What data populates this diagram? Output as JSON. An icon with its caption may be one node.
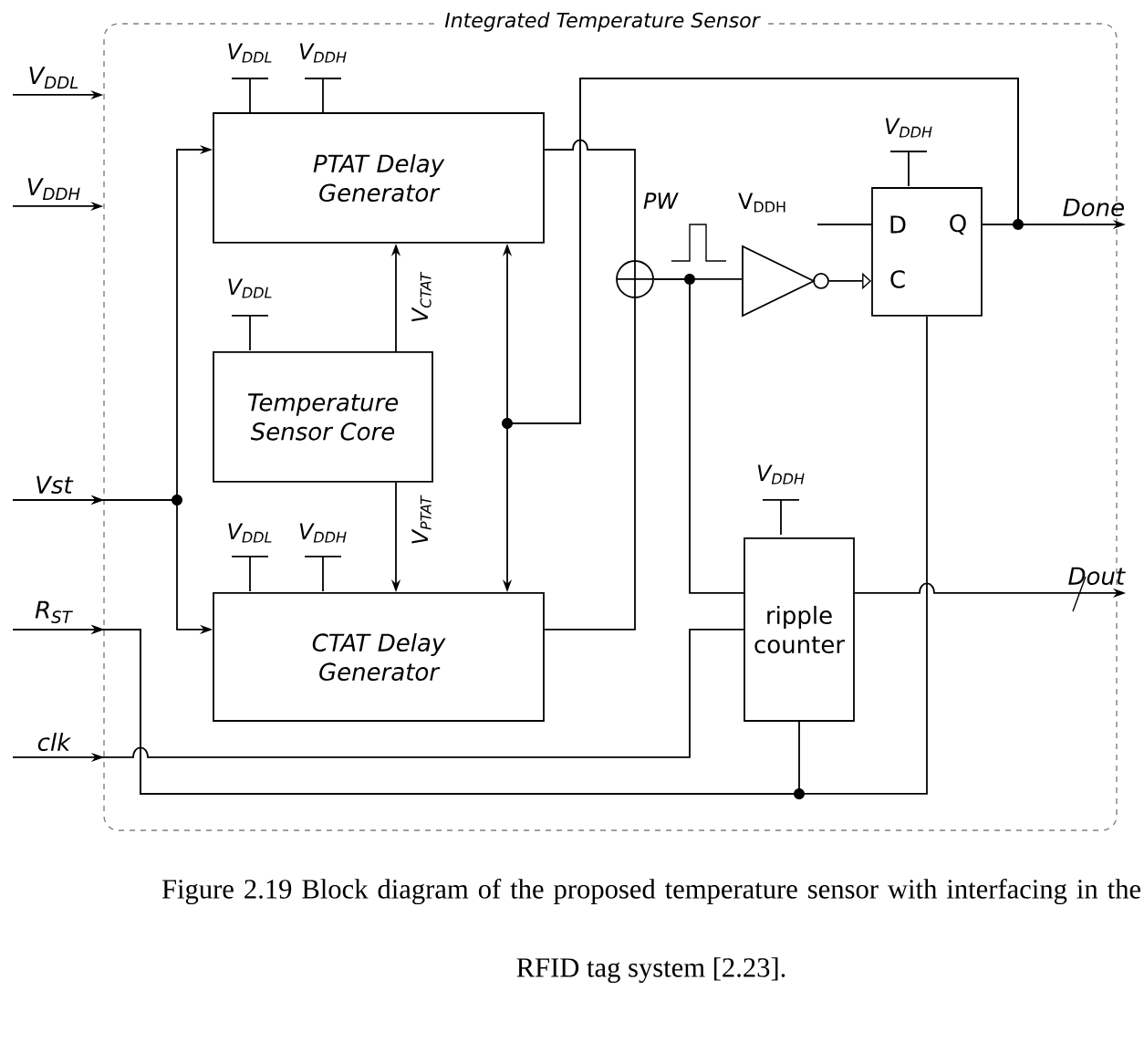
{
  "diagram": {
    "caption": "Figure 2.19 Block diagram of the proposed temperature sensor with interfacing in the RFID tag system [2.23].",
    "nodes": [
      {
        "text": [
          "Integrated Temperature Sensor"
        ]
      },
      {
        "text": [
          "PTAT Delay Generator"
        ],
        "in": 0
      },
      {
        "text": [
          "Temperature Sensor Core"
        ],
        "in": 0
      },
      {
        "text": [
          "CTAT Delay Generator"
        ],
        "in": 0
      },
      {
        "text": [],
        "shape": "circle",
        "in": 0
      },
      {
        "text": [],
        "shape": "triangle",
        "in": 0
      },
      {
        "text": [
          "D",
          "Q",
          "C"
        ],
        "in": 0
      },
      {
        "text": [
          "ripple counter"
        ],
        "in": 0
      },
      {
        "text": [
          "V$_{DDL}$"
        ]
      },
      {
        "text": [
          "V$_{DDH}$"
        ]
      },
      {
        "text": [
          "Vst"
        ]
      },
      {
        "text": [
          "R$_{ST}$"
        ]
      },
      {
        "text": [
          "clk"
        ]
      },
      {
        "text": [
          "Done"
        ]
      },
      {
        "text": [
          "Dout"
        ]
      }
    ],
    "edges": [
      {
        "from": 8,
        "to": 0,
        "arrow": "to"
      },
      {
        "from": 9,
        "to": 0,
        "arrow": "to"
      },
      {
        "from": 10,
        "to": 1,
        "arrow": "to"
      },
      {
        "from": 10,
        "to": 3,
        "arrow": "to"
      },
      {
        "from": 11,
        "to": 7,
        "arrow": "to"
      },
      {
        "from": 11,
        "to": 6,
        "arrow": "to"
      },
      {
        "from": 12,
        "to": 7,
        "arrow": "to"
      },
      {
        "from": 2,
        "to": 1,
        "arrow": "to",
        "label": "V$_{CTAT}$"
      },
      {
        "from": 2,
        "to": 3,
        "arrow": "to",
        "label": "V$_{PTAT}$"
      },
      {
        "from": 1,
        "to": 4,
        "arrow": "none"
      },
      {
        "from": 3,
        "to": 4,
        "arrow": "none"
      },
      {
        "from": 4,
        "to": 5,
        "arrow": "none"
      },
      {
        "from": 4,
        "to": 7,
        "arrow": "none"
      },
      {
        "from": 5,
        "to": 6,
        "arrow": "to"
      },
      {
        "from": 6,
        "to": 13,
        "arrow": "to"
      },
      {
        "from": 6,
        "to": 1,
        "arrow": "to"
      },
      {
        "from": 6,
        "to": 3,
        "arrow": "to"
      },
      {
        "from": 7,
        "to": 14,
        "arrow": "to"
      }
    ],
    "labels": [
      "V$_{DDL}$",
      "V$_{DDH}$",
      "V$_{DDH}$",
      "PW",
      "V$_{DDH}$",
      "V$_{DDL}$",
      "V$_{DDL}$",
      "V$_{DDH}$",
      "V$_{DDH}$"
    ]
  }
}
